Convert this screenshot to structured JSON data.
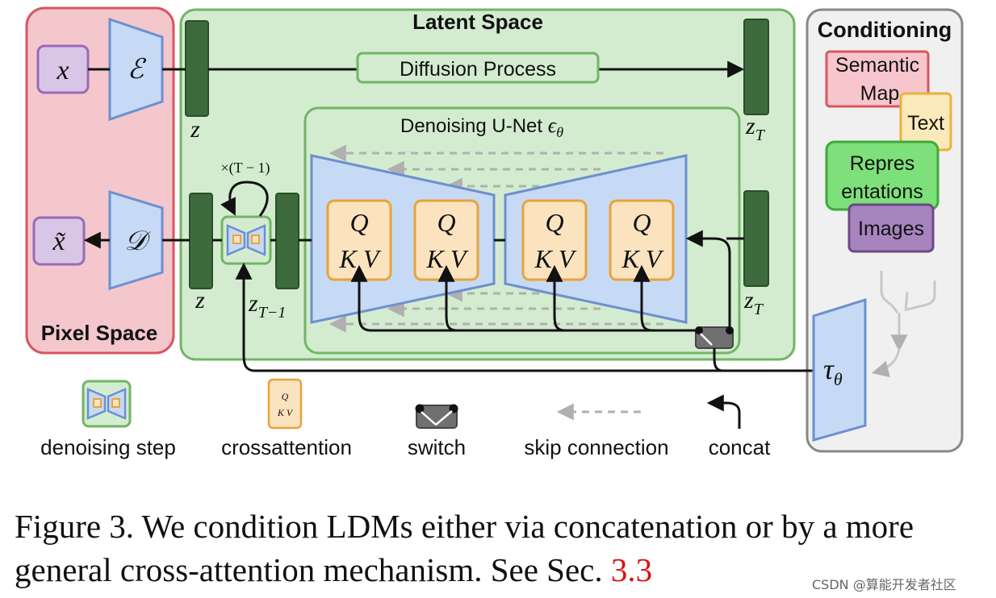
{
  "regions": {
    "pixel_space": "Pixel Space",
    "latent_space": "Latent Space",
    "conditioning": "Conditioning"
  },
  "pixel": {
    "x": "x",
    "x_tilde": "x̃",
    "encoder": "ℰ",
    "decoder": "𝒟"
  },
  "latent": {
    "diffusion_process": "Diffusion Process",
    "unet_title": "Denoising U-Net ",
    "unet_symbol": "ϵθ",
    "z_top": "z",
    "z_T_top": "zT",
    "z_bottom": "z",
    "z_T_minus_1": "zT−1",
    "z_T_right": "zT",
    "repeat": "×(T − 1)"
  },
  "attention": {
    "q": "Q",
    "kv": "K V"
  },
  "conditioning_items": {
    "semantic_map_line1": "Semantic",
    "semantic_map_line2": "Map",
    "text": "Text",
    "representations_line1": "Repres",
    "representations_line2": "entations",
    "images": "Images",
    "tau": "τθ"
  },
  "legend": {
    "denoising_step": "denoising step",
    "crossattention": "crossattention",
    "switch": "switch",
    "skip_connection": "skip connection",
    "concat": "concat"
  },
  "caption": {
    "text": "Figure 3.   We condition LDMs either via concatenation or by a more general cross-attention mechanism. See Sec. ",
    "ref": "3.3"
  },
  "watermark": "CSDN @算能开发者社区",
  "colors": {
    "pixel_fill": "#f4c7cd",
    "pixel_stroke": "#d9555f",
    "latent_fill": "#d3ecd0",
    "latent_stroke": "#72b566",
    "cond_fill": "#f0f0f0",
    "cond_stroke": "#888888",
    "block_fill": "#c6daf5",
    "block_stroke": "#6d8fd0",
    "latent_bar": "#3d6b3d",
    "attn_fill": "#fbe3bf",
    "attn_stroke": "#e8a33b",
    "x_fill": "#d9c6e6",
    "x_stroke": "#9a6ab8",
    "skip": "#b0b0b0"
  }
}
